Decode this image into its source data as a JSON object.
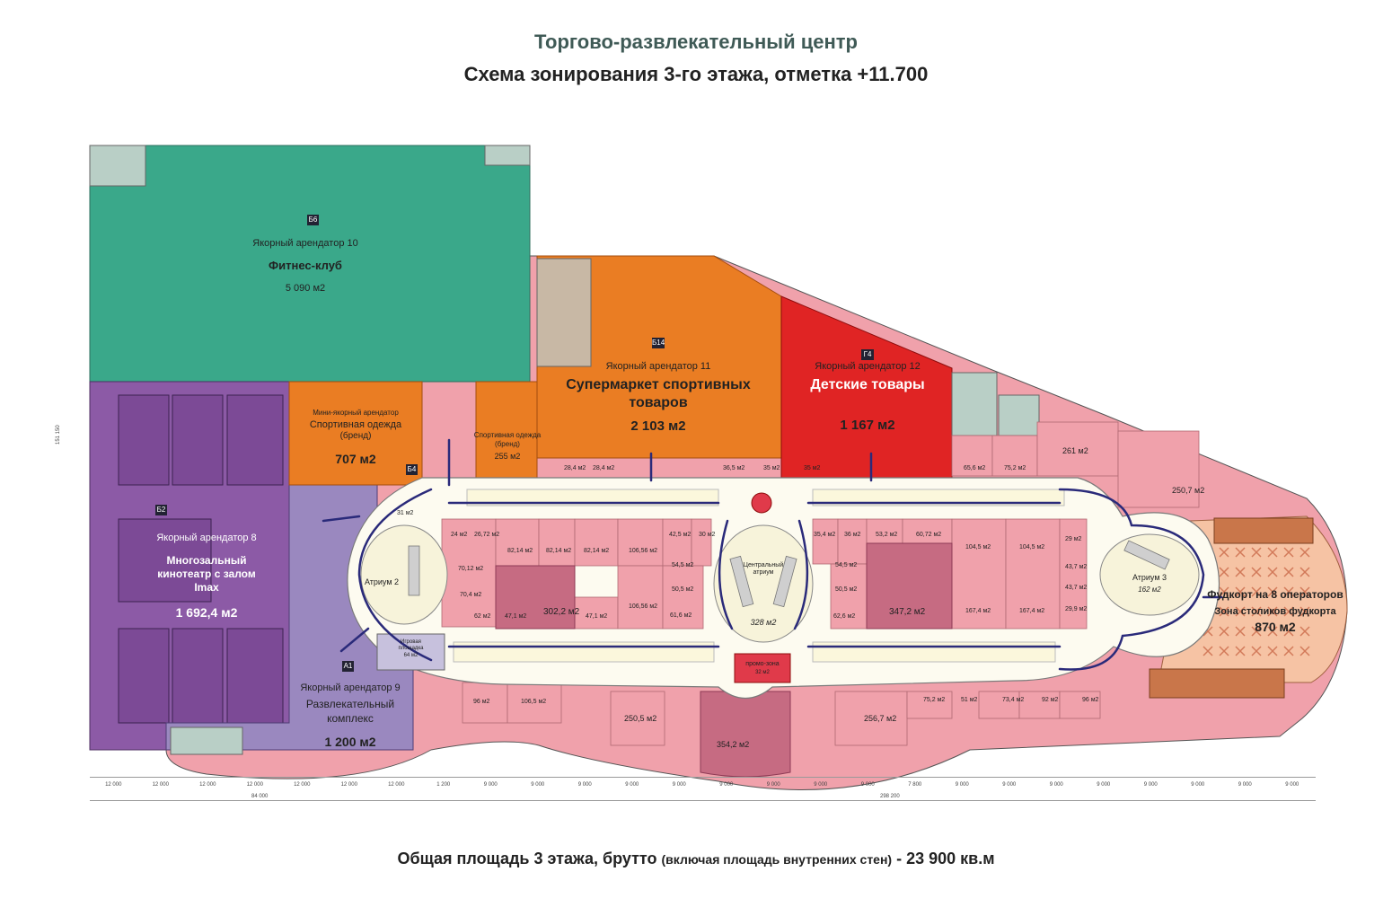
{
  "title": "Торгово-развлекательный центр",
  "subtitle": "Схема зонирования 3-го этажа, отметка +11.700",
  "footer": {
    "main": "Общая площадь 3 этажа, брутто",
    "note": "(включая площадь внутренних стен)",
    "total": "- 23 900 кв.м"
  },
  "colors": {
    "fitness": "#3aa88a",
    "cinema": "#8c5aa6",
    "entertainment": "#9a88bf",
    "orange": "#ea7d23",
    "red": "#e02424",
    "pink": "#f1a3ad",
    "pink_dark": "#c66b82",
    "corridor": "#fbf7dc",
    "foodcourt": "#f6c3a4",
    "arrow": "#2a2a7a"
  },
  "tenants": {
    "fitness": {
      "code": "Б6",
      "label": "Якорный арендатор 10",
      "name": "Фитнес-клуб",
      "area": "5 090 м2"
    },
    "cinema": {
      "code": "Б2",
      "label": "Якорный арендатор 8",
      "name1": "Многозальный",
      "name2": "кинотеатр с залом",
      "name3": "Imax",
      "area": "1 692,4 м2"
    },
    "entertainment": {
      "code": "А1",
      "label": "Якорный арендатор 9",
      "name1": "Развлекательный",
      "name2": "комплекс",
      "area": "1 200 м2"
    },
    "mini_anchor": {
      "code": "Б4",
      "label": "Мини-якорный арендатор",
      "name1": "Спортивная одежда",
      "name2": "(бренд)",
      "area": "707 м2"
    },
    "sport_brand": {
      "name1": "Спортивная одежда",
      "name2": "(бренд)",
      "area": "255 м2"
    },
    "sport_market": {
      "code": "Б14",
      "label": "Якорный арендатор 11",
      "name1": "Супермаркет спортивных",
      "name2": "товаров",
      "area": "2 103 м2"
    },
    "kids": {
      "code": "Г4",
      "label": "Якорный арендатор 12",
      "name": "Детские товары",
      "area": "1 167 м2"
    },
    "foodcourt": {
      "name": "Фудкорт на 8 операторов",
      "zone": "Зона столиков фудкорта",
      "area": "870 м2"
    }
  },
  "atriums": {
    "a2": {
      "name": "Атриум 2"
    },
    "a3": {
      "name": "Атриум 3",
      "area": "162 м2"
    },
    "central": {
      "name1": "Центральный",
      "name2": "атриум",
      "area": "328 м2"
    },
    "play": {
      "name1": "Игровая",
      "name2": "площадка",
      "area": "64 м2"
    },
    "promo": {
      "name": "промо-зона",
      "area": "32 м2"
    }
  },
  "units": [
    {
      "t": "28,4 м2"
    },
    {
      "t": "28,4 м2"
    },
    {
      "t": "36,5 м2"
    },
    {
      "t": "35 м2"
    },
    {
      "t": "35 м2"
    },
    {
      "t": "65,6 м2"
    },
    {
      "t": "75,2 м2"
    },
    {
      "t": "261 м2"
    },
    {
      "t": "250,7 м2"
    },
    {
      "t": "31 м2"
    },
    {
      "t": "24 м2"
    },
    {
      "t": "26,72 м2"
    },
    {
      "t": "82,14 м2"
    },
    {
      "t": "82,14 м2"
    },
    {
      "t": "82,14 м2"
    },
    {
      "t": "106,56 м2"
    },
    {
      "t": "42,5 м2"
    },
    {
      "t": "30 м2"
    },
    {
      "t": "70,12 м2"
    },
    {
      "t": "54,5 м2"
    },
    {
      "t": "70,4 м2"
    },
    {
      "t": "50,5 м2"
    },
    {
      "t": "106,56 м2"
    },
    {
      "t": "62 м2"
    },
    {
      "t": "47,1 м2"
    },
    {
      "t": "302,2 м2"
    },
    {
      "t": "47,1 м2"
    },
    {
      "t": "61,6 м2"
    },
    {
      "t": "35,4 м2"
    },
    {
      "t": "36 м2"
    },
    {
      "t": "53,2 м2"
    },
    {
      "t": "60,72 м2"
    },
    {
      "t": "54,5 м2"
    },
    {
      "t": "50,5 м2"
    },
    {
      "t": "62,6 м2"
    },
    {
      "t": "347,2 м2"
    },
    {
      "t": "104,5 м2"
    },
    {
      "t": "104,5 м2"
    },
    {
      "t": "29 м2"
    },
    {
      "t": "43,7 м2"
    },
    {
      "t": "43,7 м2"
    },
    {
      "t": "167,4 м2"
    },
    {
      "t": "167,4 м2"
    },
    {
      "t": "29,9 м2"
    },
    {
      "t": "96 м2"
    },
    {
      "t": "106,5 м2"
    },
    {
      "t": "250,5 м2"
    },
    {
      "t": "354,2 м2"
    },
    {
      "t": "256,7 м2"
    },
    {
      "t": "75,2 м2"
    },
    {
      "t": "51 м2"
    },
    {
      "t": "73,4 м2"
    },
    {
      "t": "92 м2"
    },
    {
      "t": "96 м2"
    }
  ],
  "axis_dims": [
    "12 000",
    "12 000",
    "12 000",
    "12 000",
    "12 000",
    "12 000",
    "12 000",
    "1 200",
    "9 000",
    "9 000",
    "9 000",
    "9 000",
    "9 000",
    "9 000",
    "9 000",
    "9 000",
    "9 000",
    "7 800",
    "9 000",
    "9 000",
    "9 000",
    "9 000",
    "9 000",
    "9 000",
    "9 000",
    "9 000"
  ],
  "axis_totals": {
    "left": "84 000",
    "right": "298 200",
    "side": "151 150"
  }
}
